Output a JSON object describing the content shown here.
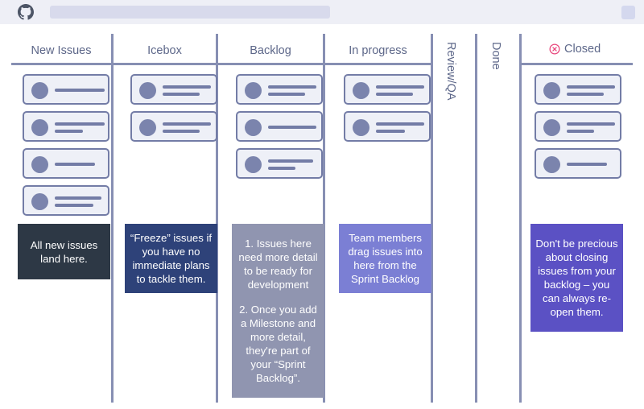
{
  "topbar": {
    "logo_icon": "github-octocat-icon",
    "search_placeholder": "",
    "search_value": "",
    "right_square_icon": "avatar-placeholder-icon"
  },
  "board": {
    "columns": [
      {
        "id": "new-issues",
        "label": "New Issues",
        "orientation": "horizontal"
      },
      {
        "id": "icebox",
        "label": "Icebox",
        "orientation": "horizontal"
      },
      {
        "id": "backlog",
        "label": "Backlog",
        "orientation": "horizontal"
      },
      {
        "id": "in-progress",
        "label": "In progress",
        "orientation": "horizontal"
      },
      {
        "id": "review-qa",
        "label": "Review/QA",
        "orientation": "vertical"
      },
      {
        "id": "done",
        "label": "Done",
        "orientation": "vertical"
      },
      {
        "id": "closed",
        "label": "Closed",
        "orientation": "horizontal",
        "icon": "closed-circle-x-icon"
      }
    ],
    "card_counts": {
      "new-issues": 4,
      "icebox": 2,
      "backlog": 3,
      "in-progress": 2,
      "review-qa": 0,
      "done": 0,
      "closed": 3
    },
    "notes": [
      {
        "id": "note-new-issues",
        "column": "New Issues",
        "color": "#2d3845",
        "paragraphs": [
          "All new issues land here."
        ]
      },
      {
        "id": "note-icebox",
        "column": "Icebox",
        "color": "#2e4279",
        "paragraphs": [
          "“Freeze” issues if you have no immediate plans to tackle them."
        ]
      },
      {
        "id": "note-backlog",
        "column": "Backlog",
        "color": "#9095b0",
        "paragraphs": [
          "1. Issues here need more detail to be ready for development",
          "2. Once you add a Milestone and more detail, they're part of your “Sprint Backlog”."
        ]
      },
      {
        "id": "note-in-progress",
        "column": "In progress",
        "color": "#7b7fd4",
        "paragraphs": [
          "Team members drag issues into here from the Sprint Backlog"
        ]
      },
      {
        "id": "note-closed",
        "column": "Closed",
        "color": "#5b51c4",
        "paragraphs": [
          "Don't be precious about closing issues from your backlog – you can always re-open them."
        ]
      }
    ]
  },
  "colors": {
    "topbar_bg": "#eeeff6",
    "rule": "#878fb3",
    "card_bg": "#eef0f7",
    "card_border": "#737ca6",
    "avatar": "#7b84ad",
    "title_text": "#5d6789",
    "closed_accent": "#e8467c"
  }
}
